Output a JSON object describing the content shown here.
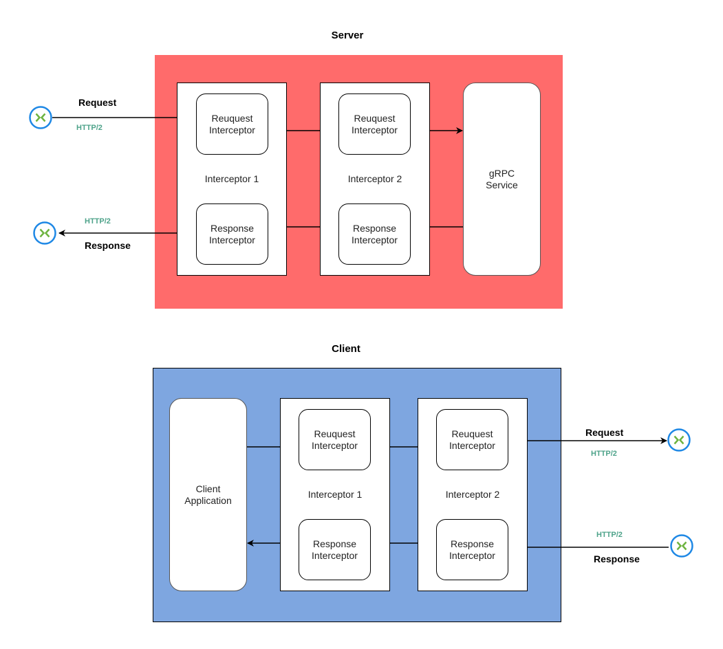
{
  "server": {
    "title": "Server",
    "interceptors": [
      {
        "request": "Reuquest\nInterceptor",
        "label": "Interceptor 1",
        "response": "Response\nInterceptor"
      },
      {
        "request": "Reuquest\nInterceptor",
        "label": "Interceptor 2",
        "response": "Response\nInterceptor"
      }
    ],
    "service": "gRPC\nService",
    "request_label": "Request",
    "request_protocol": "HTTP/2",
    "response_label": "Response",
    "response_protocol": "HTTP/2"
  },
  "client": {
    "title": "Client",
    "application": "Client\nApplication",
    "interceptors": [
      {
        "request": "Reuquest\nInterceptor",
        "label": "Interceptor 1",
        "response": "Response\nInterceptor"
      },
      {
        "request": "Reuquest\nInterceptor",
        "label": "Interceptor 2",
        "response": "Response\nInterceptor"
      }
    ],
    "request_label": "Request",
    "request_protocol": "HTTP/2",
    "response_label": "Response",
    "response_protocol": "HTTP/2"
  },
  "colors": {
    "server_panel": "#ff6b6b",
    "client_panel": "#7ea6e0",
    "protocol_text": "#4ea38a",
    "node_ring": "#1e88e5",
    "node_arrows": "#6db33f"
  },
  "icons": {
    "endpoint": "network-endpoint-icon"
  }
}
